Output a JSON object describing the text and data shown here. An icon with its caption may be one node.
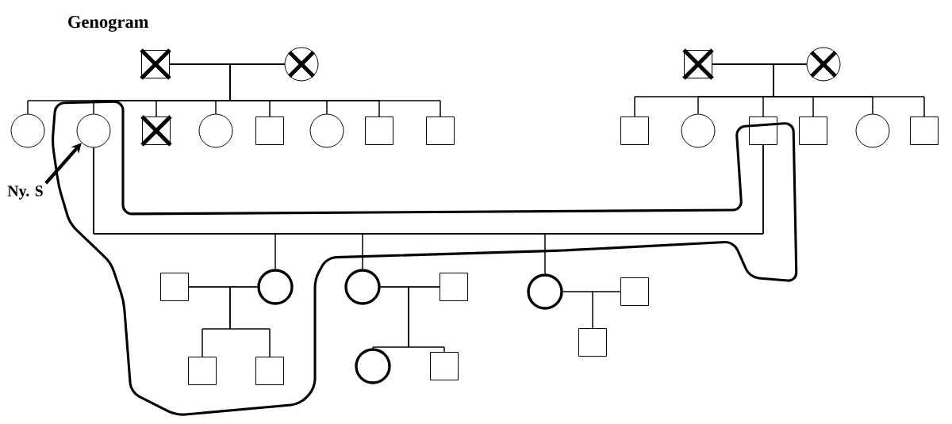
{
  "diagram": {
    "title": "Genogram",
    "nodes": [
      {
        "text": [],
        "shape": "box"
      },
      {
        "text": [],
        "shape": "circle"
      },
      {
        "text": [],
        "shape": "circle"
      },
      {
        "text": [],
        "shape": "circle"
      },
      {
        "text": [],
        "shape": "box"
      },
      {
        "text": [],
        "shape": "circle"
      },
      {
        "text": [],
        "shape": "box"
      },
      {
        "text": [],
        "shape": "circle"
      },
      {
        "text": [],
        "shape": "box"
      },
      {
        "text": [],
        "shape": "box"
      },
      {
        "text": [],
        "shape": "box"
      },
      {
        "text": [],
        "shape": "circle"
      },
      {
        "text": [],
        "shape": "box"
      },
      {
        "text": [],
        "shape": "circle"
      },
      {
        "text": [],
        "shape": "box"
      },
      {
        "text": [],
        "shape": "box"
      },
      {
        "text": [],
        "shape": "circle"
      },
      {
        "text": [],
        "shape": "box"
      },
      {
        "text": [
          "Ny. S"
        ]
      },
      {
        "text": [],
        "shape": "box"
      },
      {
        "text": [],
        "shape": "circle"
      },
      {
        "text": [],
        "shape": "circle"
      },
      {
        "text": [],
        "shape": "box"
      },
      {
        "text": [],
        "shape": "circle"
      },
      {
        "text": [],
        "shape": "box"
      },
      {
        "text": [],
        "shape": "box"
      },
      {
        "text": [],
        "shape": "box"
      },
      {
        "text": [],
        "shape": "circle"
      },
      {
        "text": [],
        "shape": "box"
      },
      {
        "text": [],
        "shape": "box"
      }
    ],
    "edges": [
      {
        "from": 0,
        "to": 1,
        "arrow": "none"
      },
      {
        "from": 10,
        "to": 11,
        "arrow": "none"
      },
      {
        "from": 3,
        "to": 14,
        "arrow": "none"
      },
      {
        "from": 19,
        "to": 20,
        "arrow": "none"
      },
      {
        "from": 21,
        "to": 22,
        "arrow": "none"
      },
      {
        "from": 23,
        "to": 24,
        "arrow": "none"
      },
      {
        "from": 0,
        "to": 2,
        "arrow": "none"
      },
      {
        "from": 1,
        "to": 2,
        "arrow": "none"
      },
      {
        "from": 0,
        "to": 3,
        "arrow": "none"
      },
      {
        "from": 1,
        "to": 3,
        "arrow": "none"
      },
      {
        "from": 0,
        "to": 4,
        "arrow": "none"
      },
      {
        "from": 1,
        "to": 4,
        "arrow": "none"
      },
      {
        "from": 0,
        "to": 5,
        "arrow": "none"
      },
      {
        "from": 1,
        "to": 5,
        "arrow": "none"
      },
      {
        "from": 0,
        "to": 6,
        "arrow": "none"
      },
      {
        "from": 1,
        "to": 6,
        "arrow": "none"
      },
      {
        "from": 0,
        "to": 7,
        "arrow": "none"
      },
      {
        "from": 1,
        "to": 7,
        "arrow": "none"
      },
      {
        "from": 0,
        "to": 8,
        "arrow": "none"
      },
      {
        "from": 1,
        "to": 8,
        "arrow": "none"
      },
      {
        "from": 0,
        "to": 9,
        "arrow": "none"
      },
      {
        "from": 1,
        "to": 9,
        "arrow": "none"
      },
      {
        "from": 10,
        "to": 12,
        "arrow": "none"
      },
      {
        "from": 11,
        "to": 12,
        "arrow": "none"
      },
      {
        "from": 10,
        "to": 13,
        "arrow": "none"
      },
      {
        "from": 11,
        "to": 13,
        "arrow": "none"
      },
      {
        "from": 10,
        "to": 14,
        "arrow": "none"
      },
      {
        "from": 11,
        "to": 14,
        "arrow": "none"
      },
      {
        "from": 10,
        "to": 15,
        "arrow": "none"
      },
      {
        "from": 11,
        "to": 15,
        "arrow": "none"
      },
      {
        "from": 10,
        "to": 16,
        "arrow": "none"
      },
      {
        "from": 11,
        "to": 16,
        "arrow": "none"
      },
      {
        "from": 10,
        "to": 17,
        "arrow": "none"
      },
      {
        "from": 11,
        "to": 17,
        "arrow": "none"
      },
      {
        "from": 3,
        "to": 20,
        "arrow": "none"
      },
      {
        "from": 14,
        "to": 20,
        "arrow": "none"
      },
      {
        "from": 3,
        "to": 21,
        "arrow": "none"
      },
      {
        "from": 14,
        "to": 21,
        "arrow": "none"
      },
      {
        "from": 3,
        "to": 23,
        "arrow": "none"
      },
      {
        "from": 14,
        "to": 23,
        "arrow": "none"
      },
      {
        "from": 19,
        "to": 25,
        "arrow": "none"
      },
      {
        "from": 20,
        "to": 25,
        "arrow": "none"
      },
      {
        "from": 19,
        "to": 26,
        "arrow": "none"
      },
      {
        "from": 20,
        "to": 26,
        "arrow": "none"
      },
      {
        "from": 21,
        "to": 27,
        "arrow": "none"
      },
      {
        "from": 22,
        "to": 27,
        "arrow": "none"
      },
      {
        "from": 21,
        "to": 28,
        "arrow": "none"
      },
      {
        "from": 22,
        "to": 28,
        "arrow": "none"
      },
      {
        "from": 23,
        "to": 29,
        "arrow": "none"
      },
      {
        "from": 24,
        "to": 29,
        "arrow": "none"
      },
      {
        "from": 18,
        "to": 3,
        "arrow": "to",
        "style": "thick"
      }
    ]
  }
}
